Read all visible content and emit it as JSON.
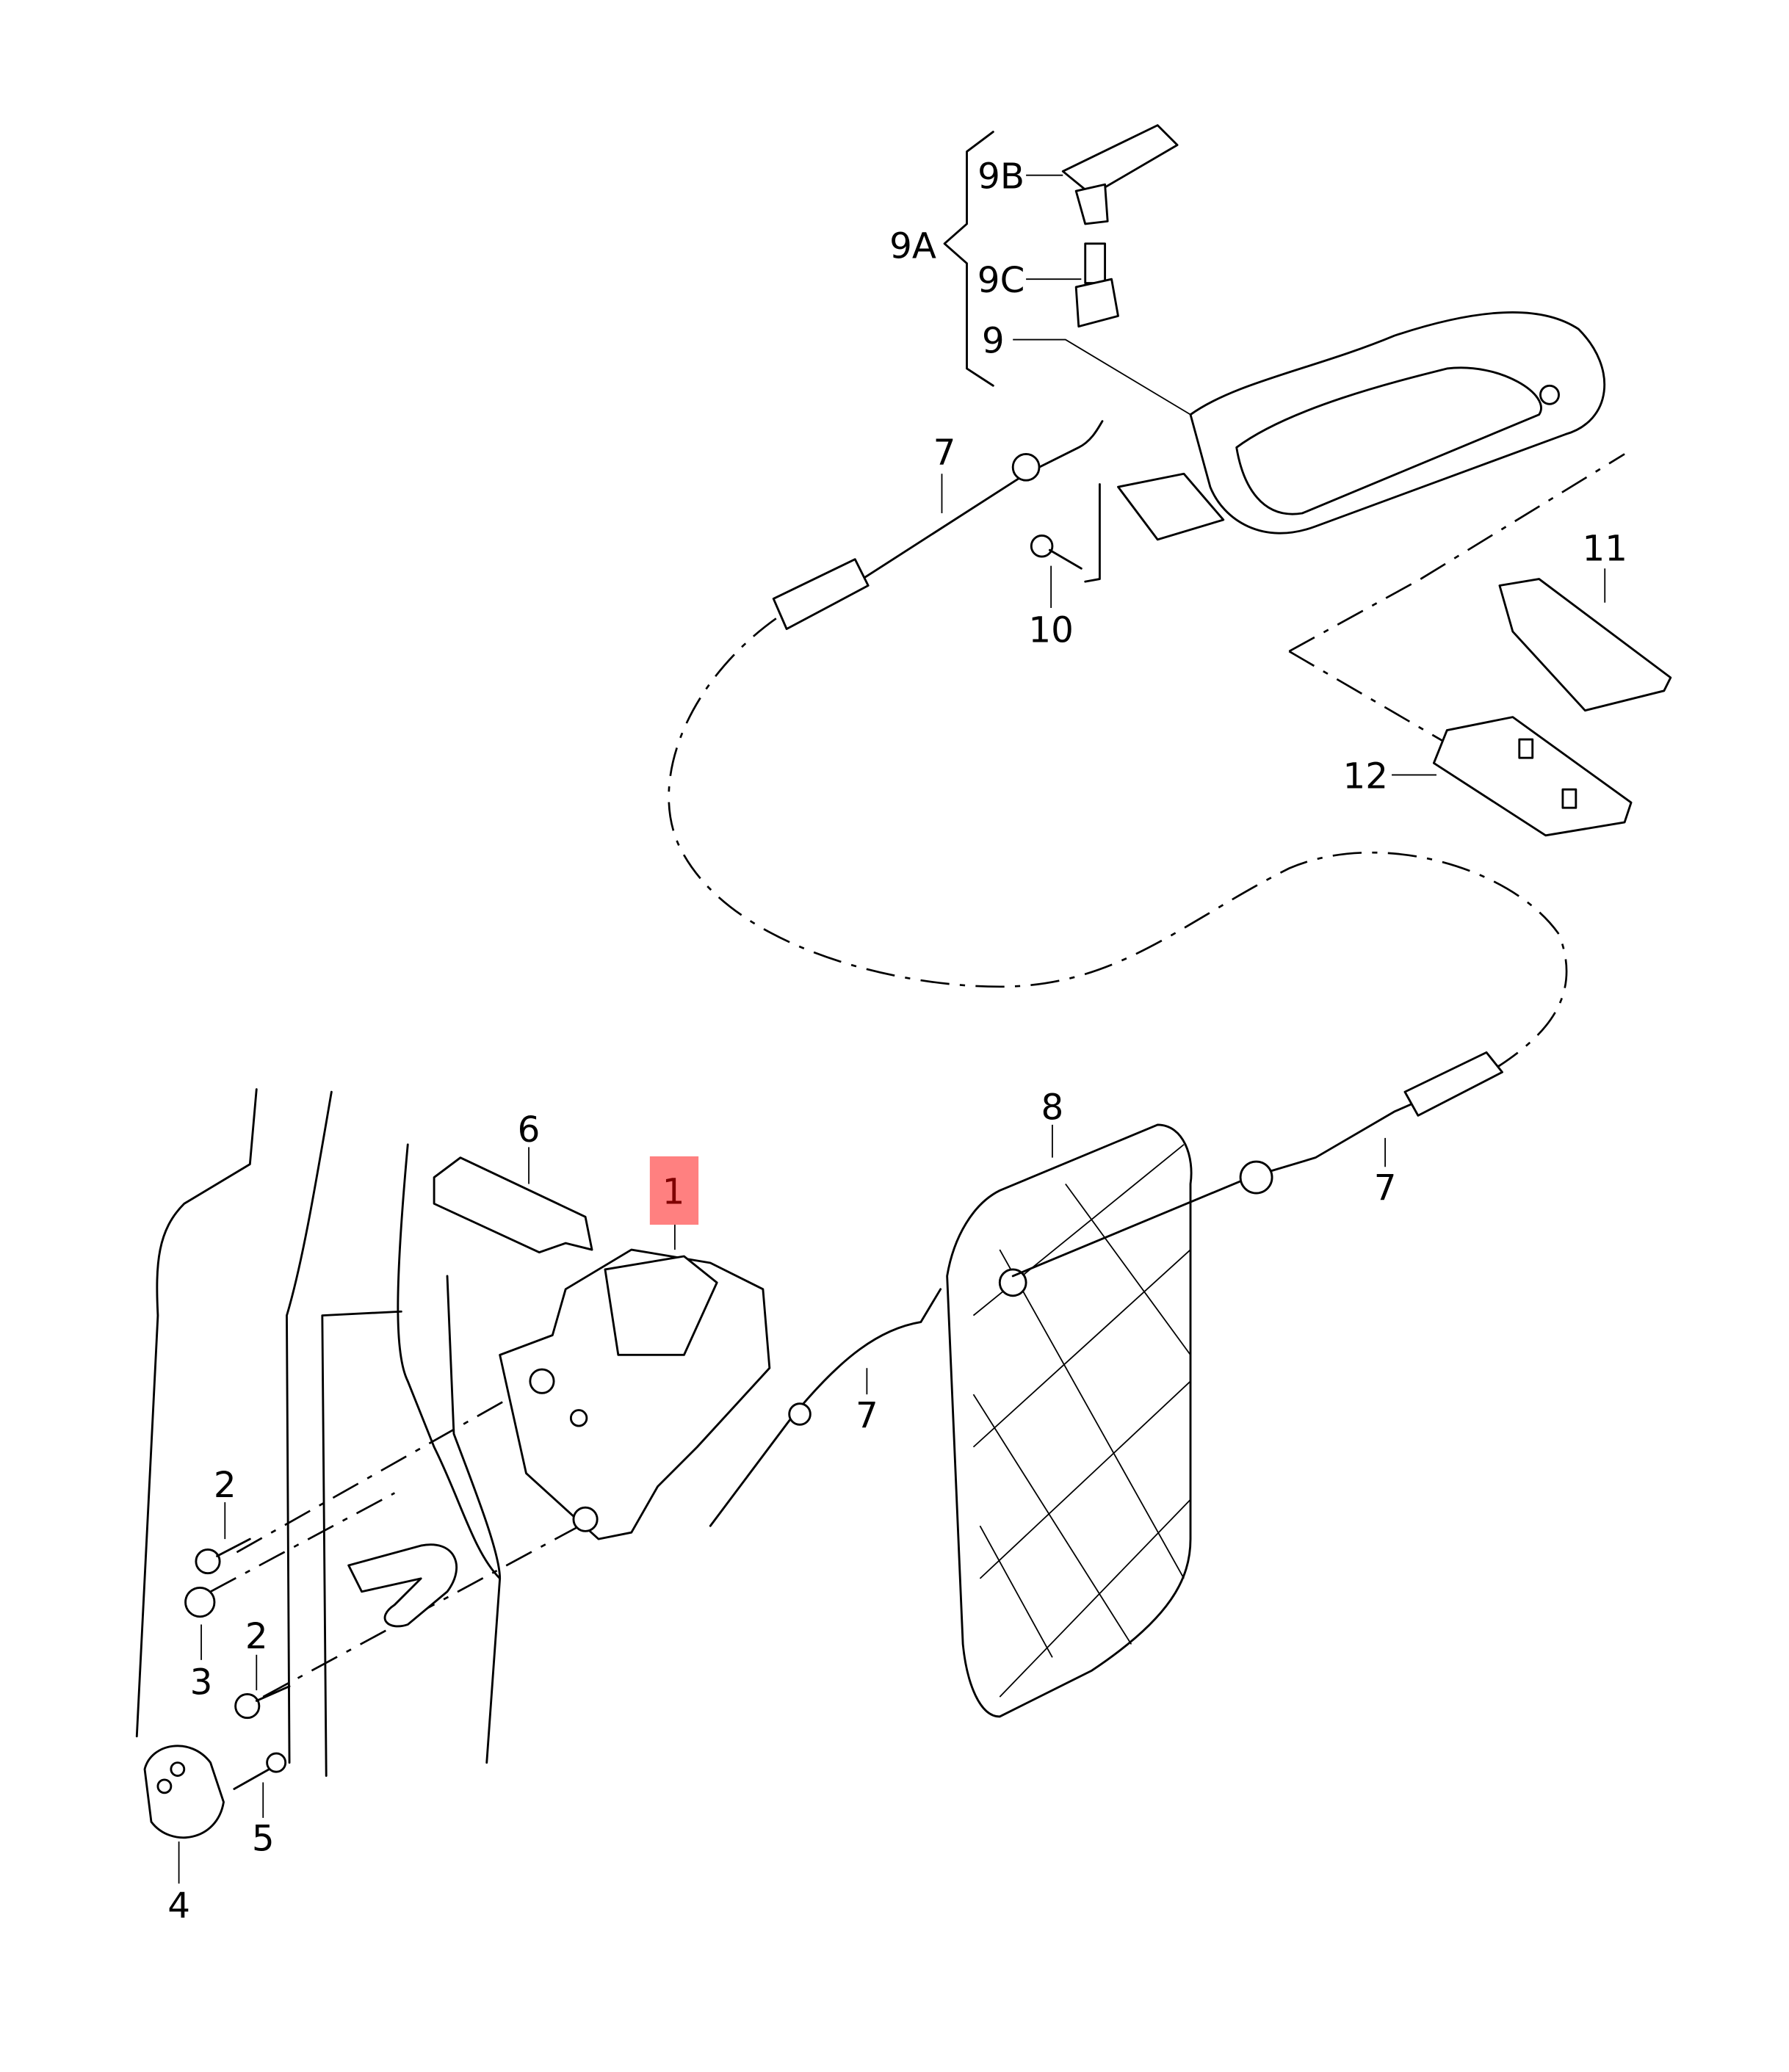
{
  "diagram": {
    "highlight_color": "#ff8080",
    "line_color": "#000000",
    "callouts": {
      "c1": "1",
      "c2a": "2",
      "c2b": "2",
      "c3": "3",
      "c4": "4",
      "c5": "5",
      "c6": "6",
      "c7_top": "7",
      "c7_mid": "7",
      "c7_right": "7",
      "c8": "8",
      "c9": "9",
      "c9A": "9A",
      "c9B": "9B",
      "c9C": "9C",
      "c10": "10",
      "c11": "11",
      "c12": "12"
    }
  }
}
